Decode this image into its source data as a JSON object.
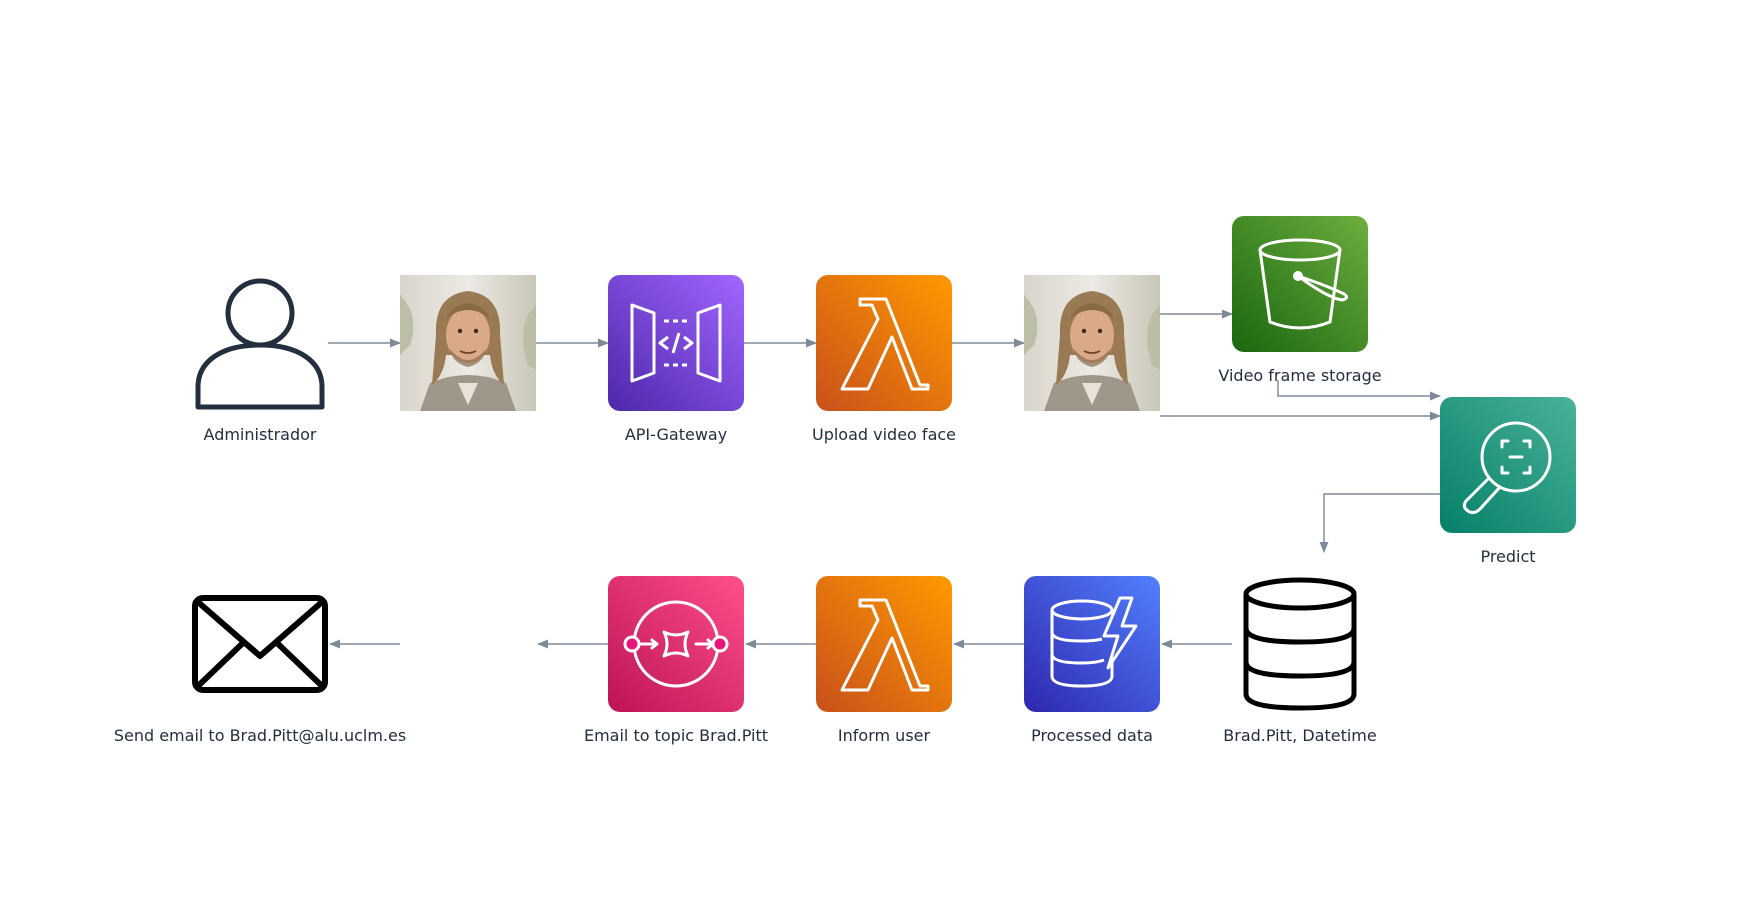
{
  "nodes": {
    "administrador": {
      "label": "Administrador",
      "icon": "user-icon"
    },
    "photo_input": {
      "label": "",
      "icon": "face-photo"
    },
    "api_gateway": {
      "label": "API-Gateway",
      "icon": "api-gateway-icon",
      "color": "#8c4fff"
    },
    "upload_lambda": {
      "label": "Upload video face",
      "icon": "lambda-icon",
      "color": "#ed7100"
    },
    "photo_frame": {
      "label": "",
      "icon": "face-photo"
    },
    "s3": {
      "label": "Video frame storage",
      "icon": "s3-bucket-icon",
      "color": "#3f8624"
    },
    "rekognition": {
      "label": "Predict",
      "icon": "rekognition-icon",
      "color": "#01a88d"
    },
    "database": {
      "label": "Brad.Pitt, Datetime",
      "icon": "database-icon"
    },
    "dynamodb": {
      "label": "Processed data",
      "icon": "dynamodb-icon",
      "color": "#4d27aa"
    },
    "inform_lambda": {
      "label": "Inform user",
      "icon": "lambda-icon",
      "color": "#ed7100"
    },
    "sns": {
      "label": "Email to topic Brad.Pitt",
      "icon": "sns-icon",
      "color": "#e7157b"
    },
    "email": {
      "label": "Send email to Brad.Pitt@alu.uclm.es",
      "icon": "envelope-icon"
    }
  },
  "edge_color": "#7f8a99"
}
